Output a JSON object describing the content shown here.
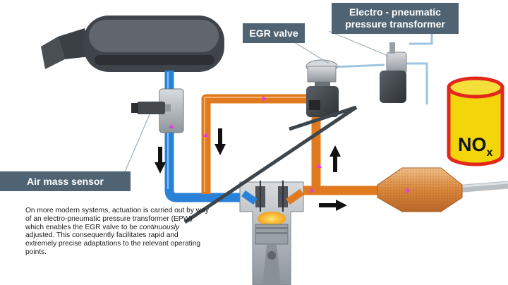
{
  "labels": {
    "epw_line1": "Electro - pneumatic",
    "epw_line2": "pressure transformer",
    "egr_valve": "EGR valve",
    "air_mass_sensor": "Air mass sensor",
    "nox_main": "NO",
    "nox_sub": "x"
  },
  "description": {
    "part1": "On more modern systems, actuation is carried out by way of an electro-pneumatic pressure transformer (EPW) which enables the EGR valve to be ",
    "emphasis": "continuously",
    "part2": " adjusted. This consequently facilitates rapid and extremely precise adaptations to the relevant operating points."
  },
  "colors": {
    "intake_air": "#2a82d8",
    "exhaust": "#e07a1e",
    "label_bg": "#4f6373",
    "nox_fill": "#f2d50a",
    "nox_outline": "#e3271b",
    "flow_marker": "#e040d8"
  }
}
